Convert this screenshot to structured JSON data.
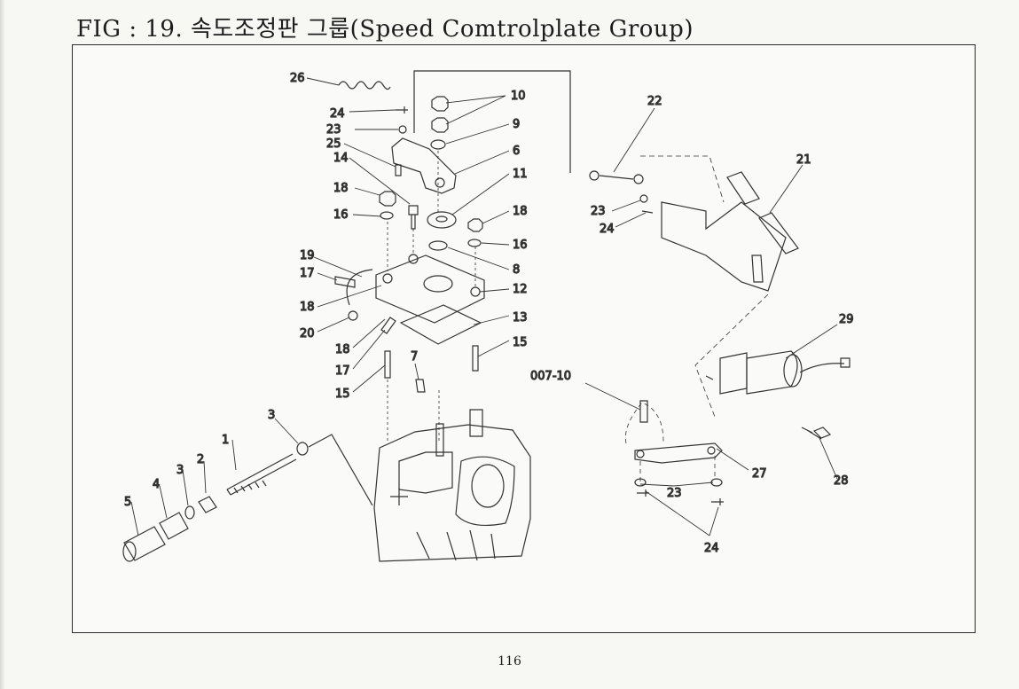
{
  "title": "FIG : 19. 속도조정판 그룹(Speed Comtrolplate Group)",
  "page_number": "116",
  "callouts": {
    "c1": "1",
    "c2": "2",
    "c3a": "3",
    "c3b": "3",
    "c4": "4",
    "c5": "5",
    "c6": "6",
    "c7": "7",
    "c8": "8",
    "c9": "9",
    "c10": "10",
    "c11": "11",
    "c12": "12",
    "c13": "13",
    "c14": "14",
    "c15a": "15",
    "c15b": "15",
    "c16a": "16",
    "c16b": "16",
    "c17a": "17",
    "c17b": "17",
    "c18a": "18",
    "c18b": "18",
    "c18c": "18",
    "c18d": "18",
    "c19": "19",
    "c20": "20",
    "c21": "21",
    "c22": "22",
    "c23a": "23",
    "c23b": "23",
    "c23c": "23",
    "c24a": "24",
    "c24b": "24",
    "c24c": "24",
    "c25": "25",
    "c26": "26",
    "c27": "27",
    "c28": "28",
    "c29": "29",
    "c007": "007-10"
  }
}
